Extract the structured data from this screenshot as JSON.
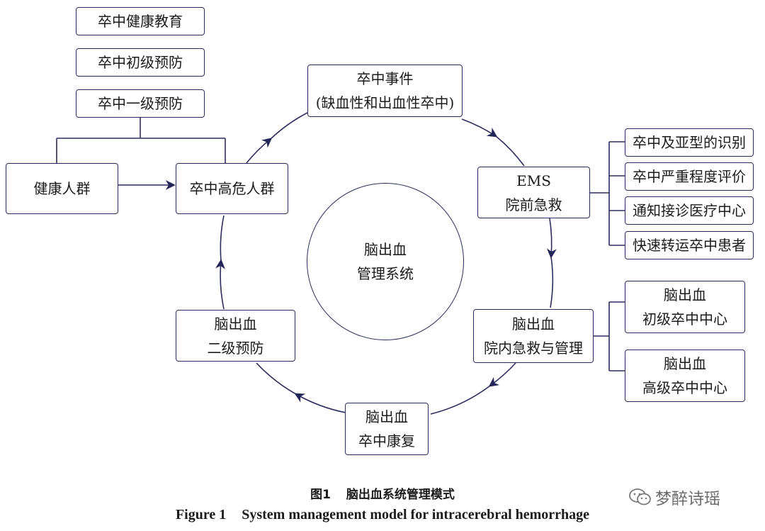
{
  "prevention": {
    "education": "卒中健康教育",
    "primordial": "卒中初级预防",
    "primary": "卒中一级预防"
  },
  "healthy_population": "健康人群",
  "high_risk_population": "卒中高危人群",
  "stroke_event": {
    "line1": "卒中事件",
    "line2": "(缺血性和出血性卒中)"
  },
  "ems": {
    "line1": "EMS",
    "line2": "院前急救"
  },
  "ems_tasks": [
    "卒中及亚型的识别",
    "卒中严重程度评价",
    "通知接诊医疗中心",
    "快速转运卒中患者"
  ],
  "hospital": {
    "line1": "脑出血",
    "line2": "院内急救与管理"
  },
  "centers": [
    {
      "line1": "脑出血",
      "line2": "初级卒中中心"
    },
    {
      "line1": "脑出血",
      "line2": "高级卒中中心"
    }
  ],
  "rehab": {
    "line1": "脑出血",
    "line2": "卒中康复"
  },
  "secondary": {
    "line1": "脑出血",
    "line2": "二级预防"
  },
  "hub": {
    "line1": "脑出血",
    "line2": "管理系统"
  },
  "caption": {
    "cn_label": "图1",
    "cn_title": "脑出血系统管理模式",
    "en_label": "Figure 1",
    "en_title": "System management model for intracerebral hemorrhage"
  },
  "watermark": "梦醉诗瑶",
  "colors": {
    "line": "#2b2d5e",
    "arrow": "#24265a",
    "border": "#2b2d5e"
  }
}
